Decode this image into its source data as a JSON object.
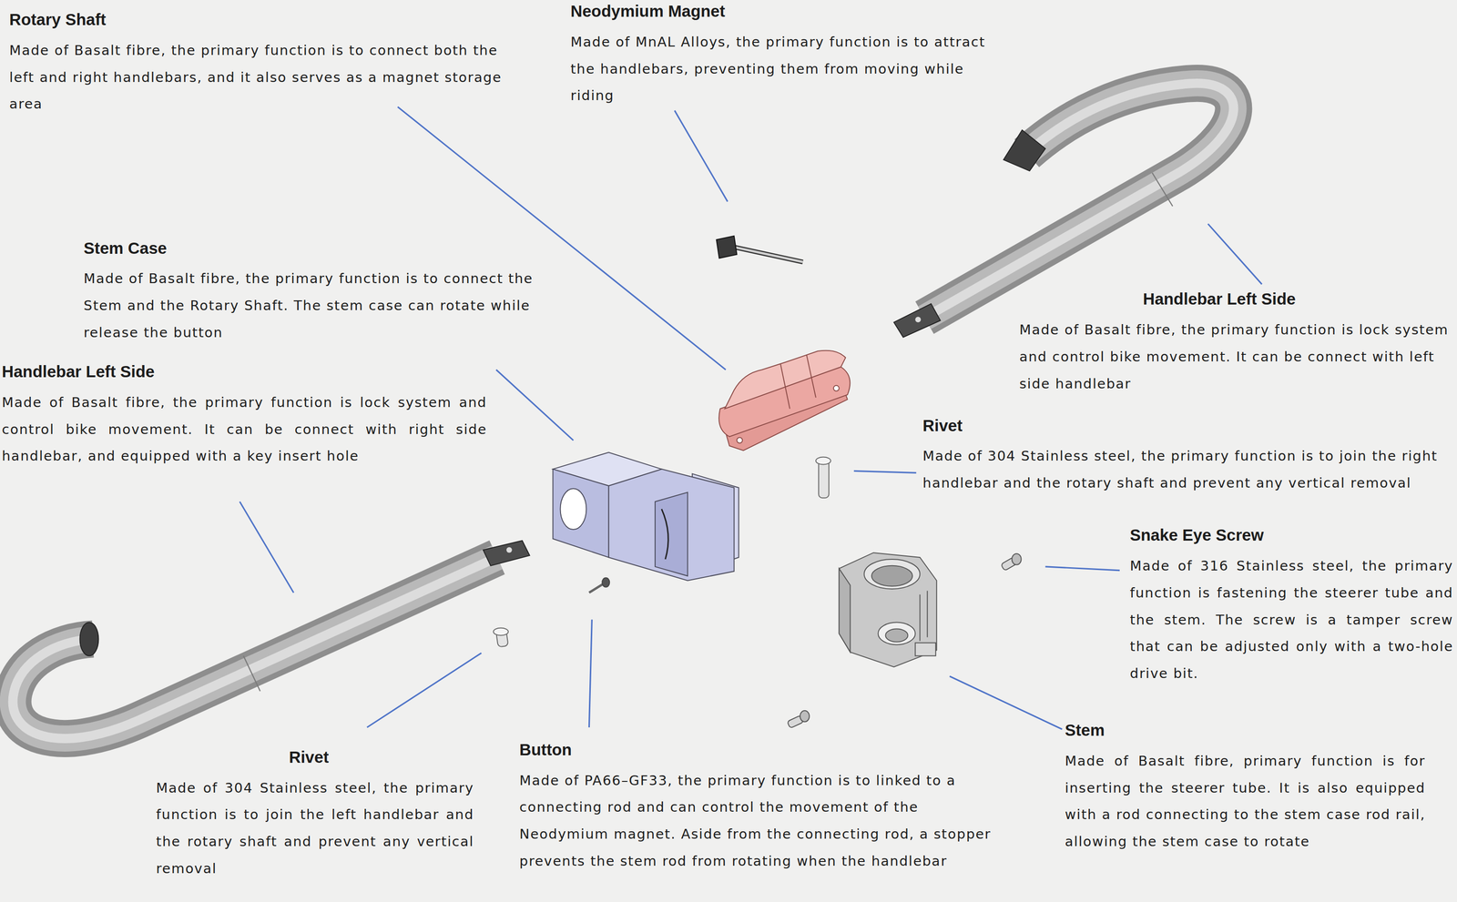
{
  "diagram": {
    "labels": [
      "Rotary Shaft",
      "Made of Basalt fibre, the primary function is to connect both the left and right handlebars, and it also serves as a magnet storage area",
      "Neodymium Magnet",
      "Made of MnAL Alloys, the primary function is to attract the handlebars, preventing them from moving while riding",
      "Stem Case",
      "Made of Basalt fibre, the primary function is to connect the Stem and the Rotary Shaft. The stem case can rotate while release the button",
      "Handlebar Left Side",
      "Made of Basalt fibre, the primary function is lock system and control bike movement. It can be connect with left side handlebar",
      "Handlebar Left Side",
      "Made of Basalt fibre, the primary function is lock system and control bike movement. It can be connect with right side handlebar, and equipped with a key insert hole",
      "Rivet",
      "Made of 304 Stainless steel, the primary function is to join the right handlebar and the rotary shaft and prevent any vertical removal",
      "Snake Eye Screw",
      "Made of 316 Stainless steel, the primary function is fastening the steerer tube and the stem. The screw is a tamper screw that can be adjusted only with a two-hole drive bit.",
      "Stem",
      "Made of Basalt fibre, primary function is for inserting the steerer tube. It is also equipped with a rod connecting to the stem case rod rail, allowing the stem case to rotate",
      "Rivet",
      "Made of 304 Stainless steel, the primary function is to join the left handlebar and the rotary shaft and prevent any vertical removal",
      "Button",
      "Made of PA66–GF33, the primary function is to linked to a connecting rod and can control the movement of the Neodymium magnet. Aside from the connecting rod, a stopper prevents the stem rod from rotating when the handlebar"
    ]
  }
}
